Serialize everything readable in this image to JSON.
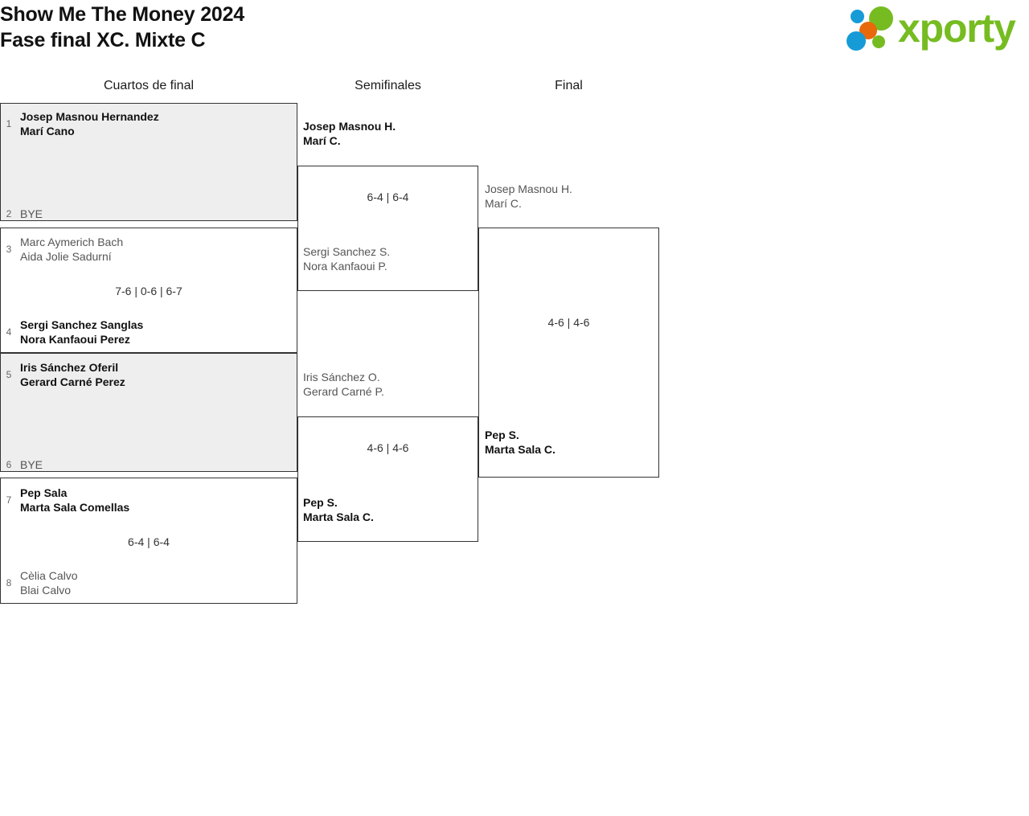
{
  "header": {
    "title_line1": "Show Me The Money 2024",
    "title_line2": "Fase final XC. Mixte C",
    "logo_text": "xporty",
    "logo_colors": {
      "green": "#76bc21",
      "blue": "#169bd7",
      "orange": "#e8690b"
    }
  },
  "rounds": [
    {
      "label": "Cuartos de final"
    },
    {
      "label": "Semifinales"
    },
    {
      "label": "Final"
    }
  ],
  "quarterfinals": [
    {
      "score": "",
      "top": {
        "seed": "1",
        "line1": "Josep Masnou Hernandez",
        "line2": "Marí Cano",
        "state": "winner"
      },
      "bottom": {
        "seed": "2",
        "line1": "BYE",
        "line2": "",
        "state": "bye"
      }
    },
    {
      "score": "7-6 | 0-6 | 6-7",
      "top": {
        "seed": "3",
        "line1": "Marc Aymerich Bach",
        "line2": "Aida Jolie Sadurní",
        "state": "loser"
      },
      "bottom": {
        "seed": "4",
        "line1": "Sergi Sanchez Sanglas",
        "line2": "Nora Kanfaoui Perez",
        "state": "winner"
      }
    },
    {
      "score": "",
      "top": {
        "seed": "5",
        "line1": "Iris Sánchez Oferil",
        "line2": "Gerard Carné Perez",
        "state": "winner"
      },
      "bottom": {
        "seed": "6",
        "line1": "BYE",
        "line2": "",
        "state": "bye"
      }
    },
    {
      "score": "6-4 | 6-4",
      "top": {
        "seed": "7",
        "line1": "Pep Sala",
        "line2": "Marta Sala Comellas",
        "state": "winner"
      },
      "bottom": {
        "seed": "8",
        "line1": "Cèlia Calvo",
        "line2": "Blai Calvo",
        "state": "loser"
      }
    }
  ],
  "semifinals": [
    {
      "score": "6-4 | 6-4",
      "top": {
        "line1": "Josep Masnou H.",
        "line2": "Marí C.",
        "state": "winner"
      },
      "bottom": {
        "line1": "Sergi Sanchez S.",
        "line2": "Nora Kanfaoui P.",
        "state": "loser"
      }
    },
    {
      "score": "4-6 | 4-6",
      "top": {
        "line1": "Iris Sánchez O.",
        "line2": "Gerard Carné P.",
        "state": "loser"
      },
      "bottom": {
        "line1": "Pep S.",
        "line2": "Marta Sala C.",
        "state": "winner"
      }
    }
  ],
  "final": [
    {
      "score": "4-6 | 4-6",
      "top": {
        "line1": "Josep Masnou H.",
        "line2": "Marí C.",
        "state": "loser"
      },
      "bottom": {
        "line1": "Pep S.",
        "line2": "Marta Sala C.",
        "state": "winner"
      }
    }
  ]
}
